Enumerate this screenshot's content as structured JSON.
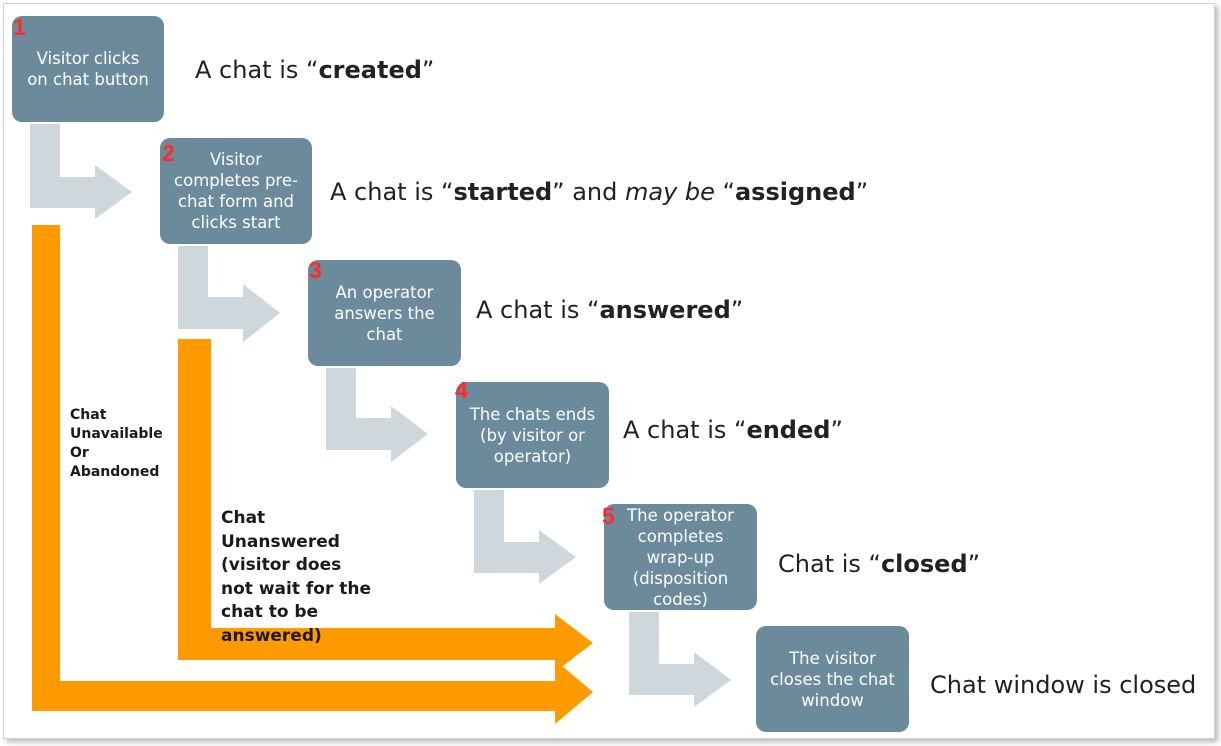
{
  "colors": {
    "box": "#6b8b9c",
    "step_number": "#ff2a2a",
    "gray_arrow": "#cdd7dc",
    "orange_arrow": "#ff9b00"
  },
  "steps": [
    {
      "number": "1",
      "lines": [
        "Visitor clicks",
        "on chat button"
      ]
    },
    {
      "number": "2",
      "lines": [
        "Visitor",
        "completes pre-",
        "chat form and",
        "clicks start"
      ]
    },
    {
      "number": "3",
      "lines": [
        "An operator",
        "answers the",
        "chat"
      ]
    },
    {
      "number": "4",
      "lines": [
        "The chats ends",
        "(by visitor or",
        "operator)"
      ]
    },
    {
      "number": "5",
      "lines": [
        "The operator",
        "completes",
        "wrap-up",
        "(disposition",
        "codes)"
      ]
    },
    {
      "number": "",
      "lines": [
        "The visitor",
        "closes the chat",
        "window"
      ]
    }
  ],
  "states": {
    "created": {
      "prefix": "A chat is “",
      "term": "created",
      "suffix": "”"
    },
    "started": {
      "prefix": "A chat is “",
      "term": "started",
      "middle": "” and ",
      "emph": "may be",
      "middle2": " “",
      "term2": "assigned",
      "suffix": "”"
    },
    "answered": {
      "prefix": "A chat is “",
      "term": "answered",
      "suffix": "”"
    },
    "ended": {
      "prefix": "A chat is “",
      "term": "ended",
      "suffix": "”"
    },
    "closed": {
      "prefix": "Chat is “",
      "term": "closed",
      "suffix": "”"
    },
    "window_closed": {
      "text": "Chat window is closed"
    }
  },
  "orange_labels": {
    "unavailable": [
      "Chat",
      "Unavailable",
      "Or",
      "Abandoned"
    ],
    "unanswered": [
      "Chat",
      "Unanswered",
      "(visitor does",
      "not wait for the",
      "chat to be",
      "answered)"
    ]
  }
}
